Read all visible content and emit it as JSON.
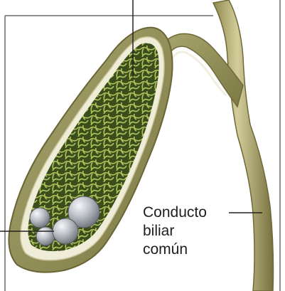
{
  "labels": {
    "common_bile_duct": {
      "line1": "Conducto",
      "line2": "biliar",
      "line3": "común"
    }
  },
  "colors": {
    "frame": "#6b6b6b",
    "leader": "#222222",
    "duct_fill": "#b8b07a",
    "duct_shadow": "#77703f",
    "wall_outer": "#8d8a52",
    "wall_mid": "#c9c49a",
    "wall_highlight": "#f2efe0",
    "interior_dark": "#2f4016",
    "interior_mesh": "#a9bb55",
    "stone_light": "#e6e8ec",
    "stone_dark": "#777b84"
  }
}
